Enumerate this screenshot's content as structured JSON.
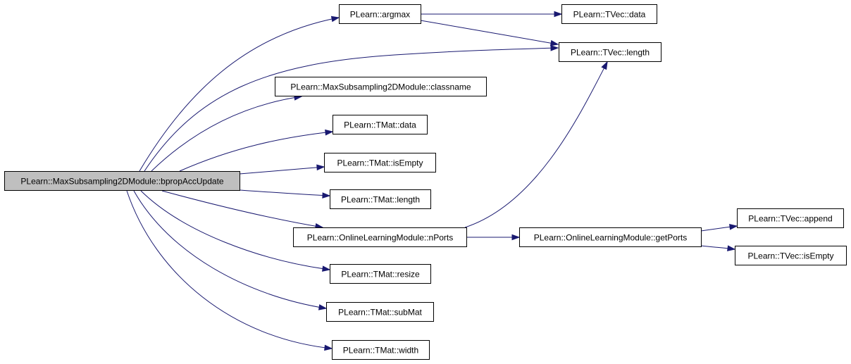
{
  "graph": {
    "nodes": {
      "root": "PLearn::MaxSubsampling2DModule::bpropAccUpdate",
      "argmax": "PLearn::argmax",
      "tvec_data": "PLearn::TVec::data",
      "tvec_length": "PLearn::TVec::length",
      "classname": "PLearn::MaxSubsampling2DModule::classname",
      "tmat_data": "PLearn::TMat::data",
      "tmat_isEmpty": "PLearn::TMat::isEmpty",
      "tmat_length": "PLearn::TMat::length",
      "nPorts": "PLearn::OnlineLearningModule::nPorts",
      "getPorts": "PLearn::OnlineLearningModule::getPorts",
      "tvec_append": "PLearn::TVec::append",
      "tvec_isEmpty": "PLearn::TVec::isEmpty",
      "tmat_resize": "PLearn::TMat::resize",
      "tmat_subMat": "PLearn::TMat::subMat",
      "tmat_width": "PLearn::TMat::width"
    },
    "edges": [
      [
        "root",
        "argmax"
      ],
      [
        "root",
        "tvec_length"
      ],
      [
        "root",
        "classname"
      ],
      [
        "root",
        "tmat_data"
      ],
      [
        "root",
        "tmat_isEmpty"
      ],
      [
        "root",
        "tmat_length"
      ],
      [
        "root",
        "nPorts"
      ],
      [
        "root",
        "tmat_resize"
      ],
      [
        "root",
        "tmat_subMat"
      ],
      [
        "root",
        "tmat_width"
      ],
      [
        "argmax",
        "tvec_data"
      ],
      [
        "argmax",
        "tvec_length"
      ],
      [
        "nPorts",
        "tvec_length"
      ],
      [
        "nPorts",
        "getPorts"
      ],
      [
        "getPorts",
        "tvec_append"
      ],
      [
        "getPorts",
        "tvec_isEmpty"
      ]
    ],
    "colors": {
      "edge": "#191970",
      "root_fill": "#bfbfbf",
      "node_fill": "#ffffff",
      "border": "#000000"
    }
  }
}
